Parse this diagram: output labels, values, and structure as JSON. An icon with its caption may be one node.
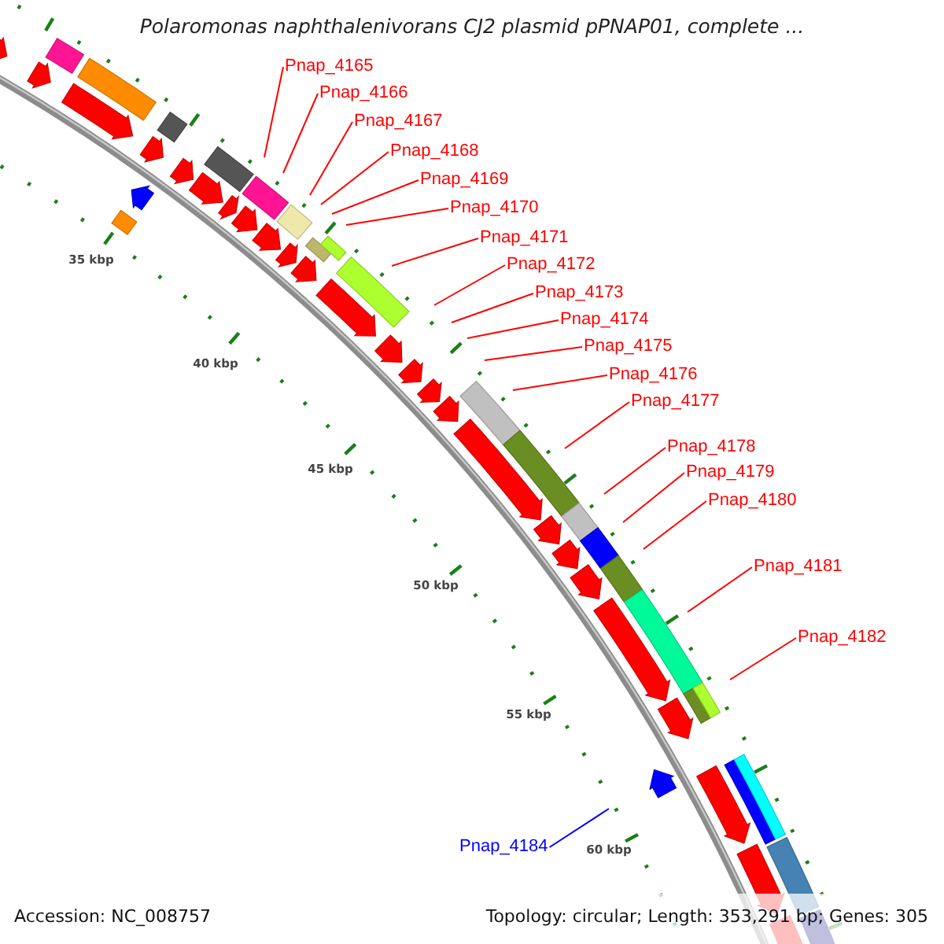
{
  "diagram": {
    "title": "Polaromonas naphthalenivorans CJ2 plasmid pPNAP01, complete ...",
    "nodes": [
      {
        "text": [
          "Pnap_4165"
        ]
      },
      {
        "text": [
          "Pnap_4166"
        ]
      },
      {
        "text": [
          "Pnap_4167"
        ]
      },
      {
        "text": [
          "Pnap_4168"
        ]
      },
      {
        "text": [
          "Pnap_4169"
        ]
      },
      {
        "text": [
          "Pnap_4170"
        ]
      },
      {
        "text": [
          "Pnap_4171"
        ]
      },
      {
        "text": [
          "Pnap_4172"
        ]
      },
      {
        "text": [
          "Pnap_4173"
        ]
      },
      {
        "text": [
          "Pnap_4174"
        ]
      },
      {
        "text": [
          "Pnap_4175"
        ]
      },
      {
        "text": [
          "Pnap_4176"
        ]
      },
      {
        "text": [
          "Pnap_4177"
        ]
      },
      {
        "text": [
          "Pnap_4178"
        ]
      },
      {
        "text": [
          "Pnap_4179"
        ]
      },
      {
        "text": [
          "Pnap_4180"
        ]
      },
      {
        "text": [
          "Pnap_4181"
        ]
      },
      {
        "text": [
          "Pnap_4182"
        ]
      },
      {
        "text": [
          "Pnap_4184"
        ]
      }
    ],
    "edges": [
      {
        "from": 0,
        "to": null,
        "arrow": "none"
      },
      {
        "from": 1,
        "to": null,
        "arrow": "none"
      },
      {
        "from": 2,
        "to": null,
        "arrow": "none"
      },
      {
        "from": 3,
        "to": null,
        "arrow": "none"
      },
      {
        "from": 4,
        "to": null,
        "arrow": "none"
      },
      {
        "from": 5,
        "to": null,
        "arrow": "none"
      },
      {
        "from": 6,
        "to": null,
        "arrow": "none"
      },
      {
        "from": 7,
        "to": null,
        "arrow": "none"
      },
      {
        "from": 8,
        "to": null,
        "arrow": "none"
      },
      {
        "from": 9,
        "to": null,
        "arrow": "none"
      },
      {
        "from": 10,
        "to": null,
        "arrow": "none"
      },
      {
        "from": 11,
        "to": null,
        "arrow": "none"
      },
      {
        "from": 12,
        "to": null,
        "arrow": "none"
      },
      {
        "from": 13,
        "to": null,
        "arrow": "none"
      },
      {
        "from": 14,
        "to": null,
        "arrow": "none"
      },
      {
        "from": 15,
        "to": null,
        "arrow": "none"
      },
      {
        "from": 16,
        "to": null,
        "arrow": "none"
      },
      {
        "from": 17,
        "to": null,
        "arrow": "none"
      },
      {
        "from": 18,
        "to": null,
        "arrow": "none",
        "color": "#0000ff"
      }
    ],
    "labels": [
      "35 kbp",
      "40 kbp",
      "45 kbp",
      "50 kbp",
      "55 kbp",
      "60 kbp",
      "Accession: NC_008757",
      "Topology: circular; Length: 353,291 bp; Genes: 305"
    ]
  }
}
